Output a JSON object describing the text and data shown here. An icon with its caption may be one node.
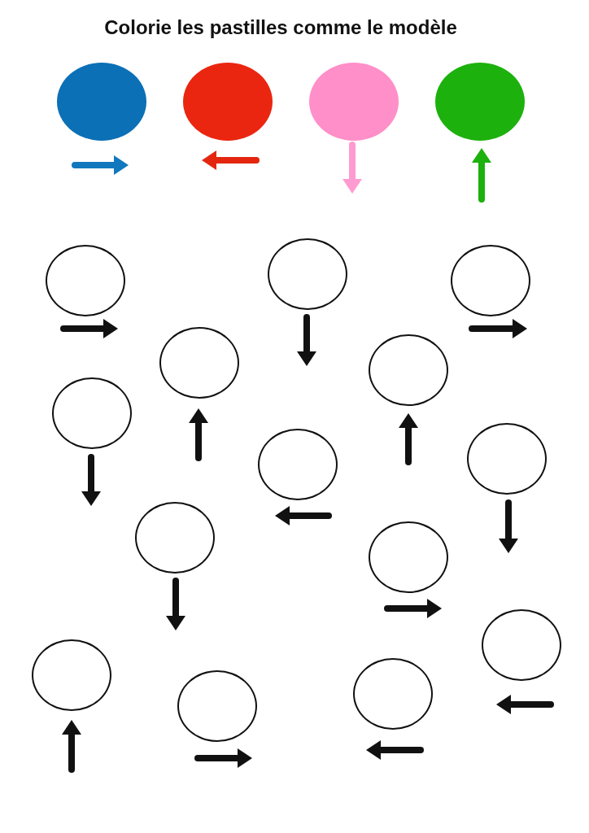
{
  "diagram": {
    "title": "Colorie les pastilles comme le modèle",
    "nodes": [
      {
        "text": [],
        "shape": "circle"
      },
      {
        "text": [],
        "shape": "circle"
      },
      {
        "text": [],
        "shape": "circle"
      },
      {
        "text": [],
        "shape": "circle"
      },
      {
        "text": [],
        "shape": "circle"
      },
      {
        "text": [],
        "shape": "circle"
      },
      {
        "text": [],
        "shape": "circle"
      },
      {
        "text": [],
        "shape": "circle"
      },
      {
        "text": [],
        "shape": "circle"
      },
      {
        "text": [],
        "shape": "circle"
      },
      {
        "text": [],
        "shape": "circle"
      },
      {
        "text": [],
        "shape": "circle"
      },
      {
        "text": [],
        "shape": "circle"
      },
      {
        "text": [],
        "shape": "circle"
      },
      {
        "text": [],
        "shape": "circle"
      },
      {
        "text": [],
        "shape": "circle"
      },
      {
        "text": [],
        "shape": "circle"
      },
      {
        "text": [],
        "shape": "circle"
      }
    ]
  }
}
